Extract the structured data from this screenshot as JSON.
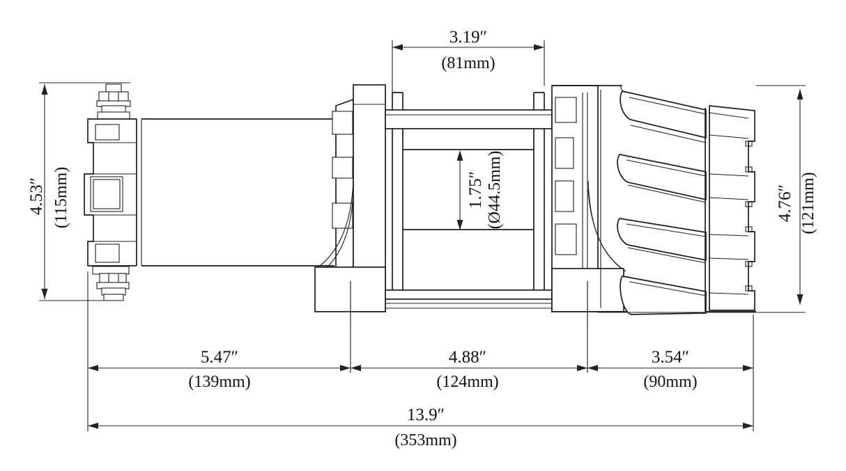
{
  "drawing": {
    "name": "winch-side-view-dimension-drawing",
    "colors": {
      "background": "#ffffff",
      "line": "#1c1c1c",
      "text": "#111111"
    }
  },
  "dimensions": {
    "drum_width": {
      "inches": "3.19″",
      "mm": "(81mm)"
    },
    "motor_height": {
      "inches": "4.53″",
      "mm": "(115mm)"
    },
    "drum_diameter": {
      "inches": "1.75″",
      "mm": "(Ø44.5mm)"
    },
    "housing_height": {
      "inches": "4.76″",
      "mm": "(121mm)"
    },
    "motor_length": {
      "inches": "5.47″",
      "mm": "(139mm)"
    },
    "drum_length": {
      "inches": "4.88″",
      "mm": "(124mm)"
    },
    "housing_length": {
      "inches": "3.54″",
      "mm": "(90mm)"
    },
    "overall_length": {
      "inches": "13.9″",
      "mm": "(353mm)"
    }
  }
}
